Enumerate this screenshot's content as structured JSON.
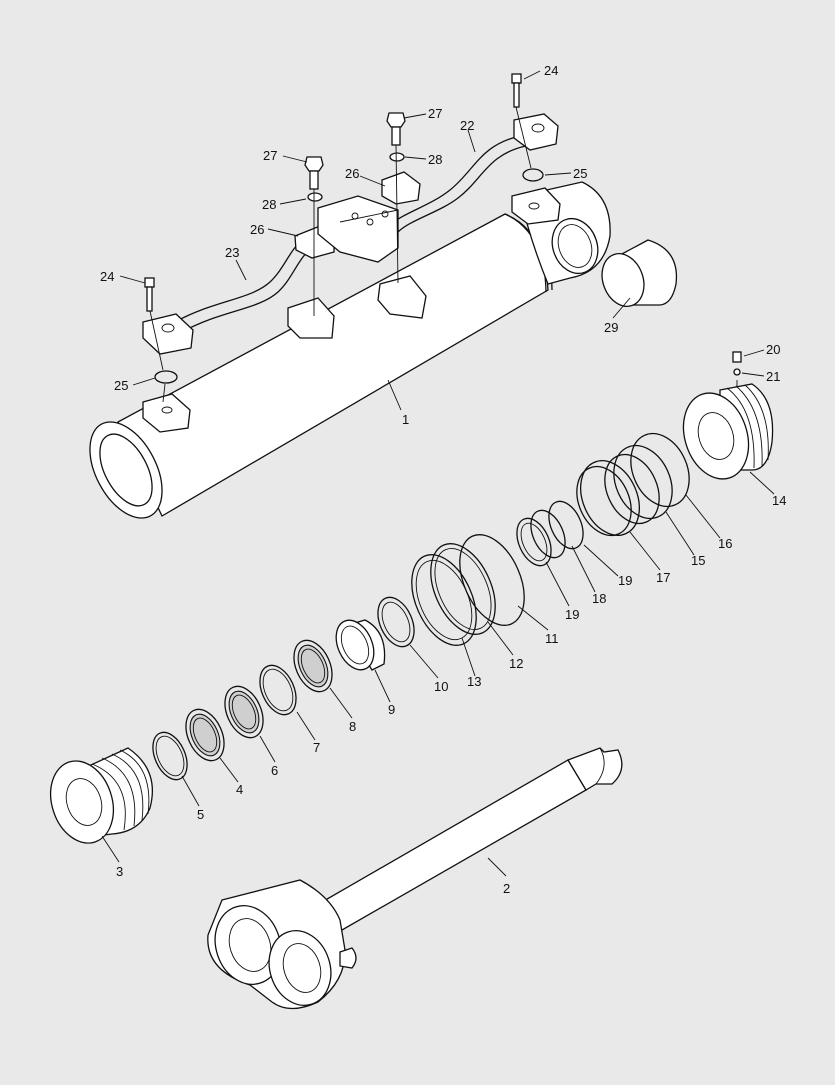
{
  "diagram": {
    "background": "#e9e9e9",
    "line_color": "#111111",
    "callouts": [
      {
        "id": "1"
      },
      {
        "id": "2"
      },
      {
        "id": "3"
      },
      {
        "id": "4"
      },
      {
        "id": "5"
      },
      {
        "id": "6"
      },
      {
        "id": "7"
      },
      {
        "id": "8"
      },
      {
        "id": "9"
      },
      {
        "id": "10"
      },
      {
        "id": "11"
      },
      {
        "id": "12"
      },
      {
        "id": "13"
      },
      {
        "id": "14"
      },
      {
        "id": "15"
      },
      {
        "id": "16"
      },
      {
        "id": "17"
      },
      {
        "id": "18"
      },
      {
        "id": "19a",
        "text": "19"
      },
      {
        "id": "19b",
        "text": "19"
      },
      {
        "id": "20"
      },
      {
        "id": "21"
      },
      {
        "id": "22"
      },
      {
        "id": "23"
      },
      {
        "id": "24a",
        "text": "24"
      },
      {
        "id": "24b",
        "text": "24"
      },
      {
        "id": "25a",
        "text": "25"
      },
      {
        "id": "25b",
        "text": "25"
      },
      {
        "id": "26a",
        "text": "26"
      },
      {
        "id": "26b",
        "text": "26"
      },
      {
        "id": "27a",
        "text": "27"
      },
      {
        "id": "27b",
        "text": "27"
      },
      {
        "id": "28a",
        "text": "28"
      },
      {
        "id": "28b",
        "text": "28"
      },
      {
        "id": "29"
      }
    ]
  }
}
